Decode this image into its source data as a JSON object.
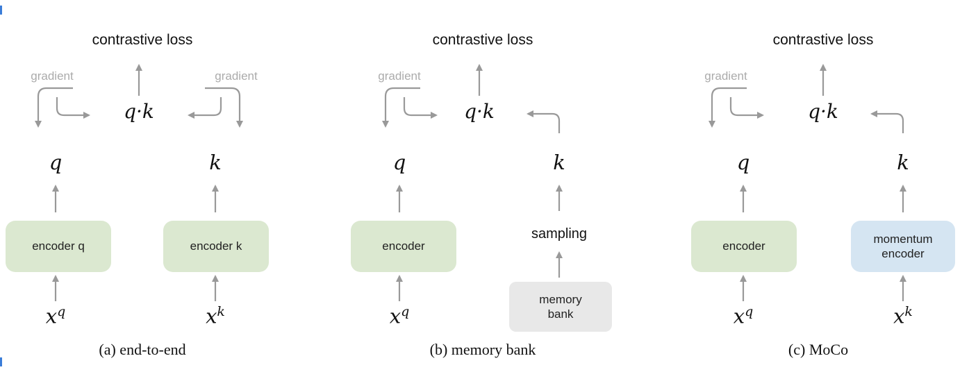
{
  "figure": {
    "panels": {
      "a": {
        "caption": "(a) end-to-end",
        "loss": "contrastive loss",
        "gradient_left": "gradient",
        "gradient_right": "gradient",
        "similarity": "q·k",
        "q": "q",
        "k": "k",
        "encoder_q": "encoder q",
        "encoder_k": "encoder k",
        "input_q_base": "x",
        "input_q_sup": "q",
        "input_k_base": "x",
        "input_k_sup": "k"
      },
      "b": {
        "caption": "(b) memory bank",
        "loss": "contrastive loss",
        "gradient_left": "gradient",
        "similarity": "q·k",
        "q": "q",
        "k": "k",
        "encoder": "encoder",
        "sampling": "sampling",
        "memory_bank_line1": "memory",
        "memory_bank_line2": "bank",
        "input_q_base": "x",
        "input_q_sup": "q"
      },
      "c": {
        "caption": "(c) MoCo",
        "loss": "contrastive loss",
        "gradient_left": "gradient",
        "similarity": "q·k",
        "q": "q",
        "k": "k",
        "encoder": "encoder",
        "momentum_encoder_line1": "momentum",
        "momentum_encoder_line2": "encoder",
        "input_q_base": "x",
        "input_q_sup": "q",
        "input_k_base": "x",
        "input_k_sup": "k"
      }
    },
    "colors": {
      "encoder_green": "#dbe8d0",
      "momentum_blue": "#d5e5f2",
      "memory_gray": "#e8e8e8",
      "arrow_gray": "#999999",
      "gradient_text": "#ababab"
    }
  }
}
